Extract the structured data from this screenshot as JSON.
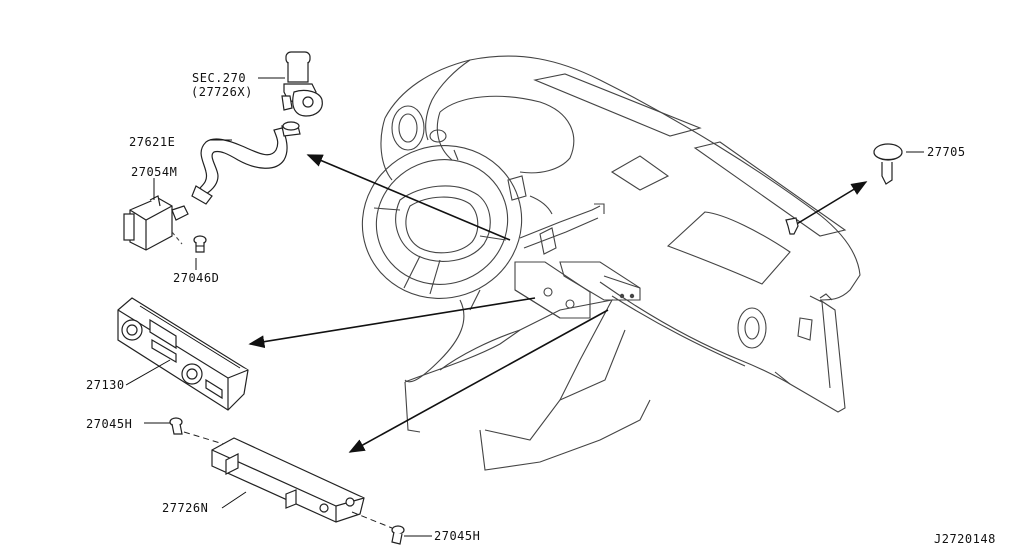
{
  "diagram": {
    "callouts": {
      "sec_270": "SEC.270",
      "sec_270_sub": "(27726X)",
      "p27621E": "27621E",
      "p27054M": "27054M",
      "p27046D": "27046D",
      "p27705": "27705",
      "p27130": "27130",
      "p27045H_top": "27045H",
      "p27726N": "27726N",
      "p27045H_bottom": "27045H"
    },
    "figure_id": "J2720148"
  }
}
